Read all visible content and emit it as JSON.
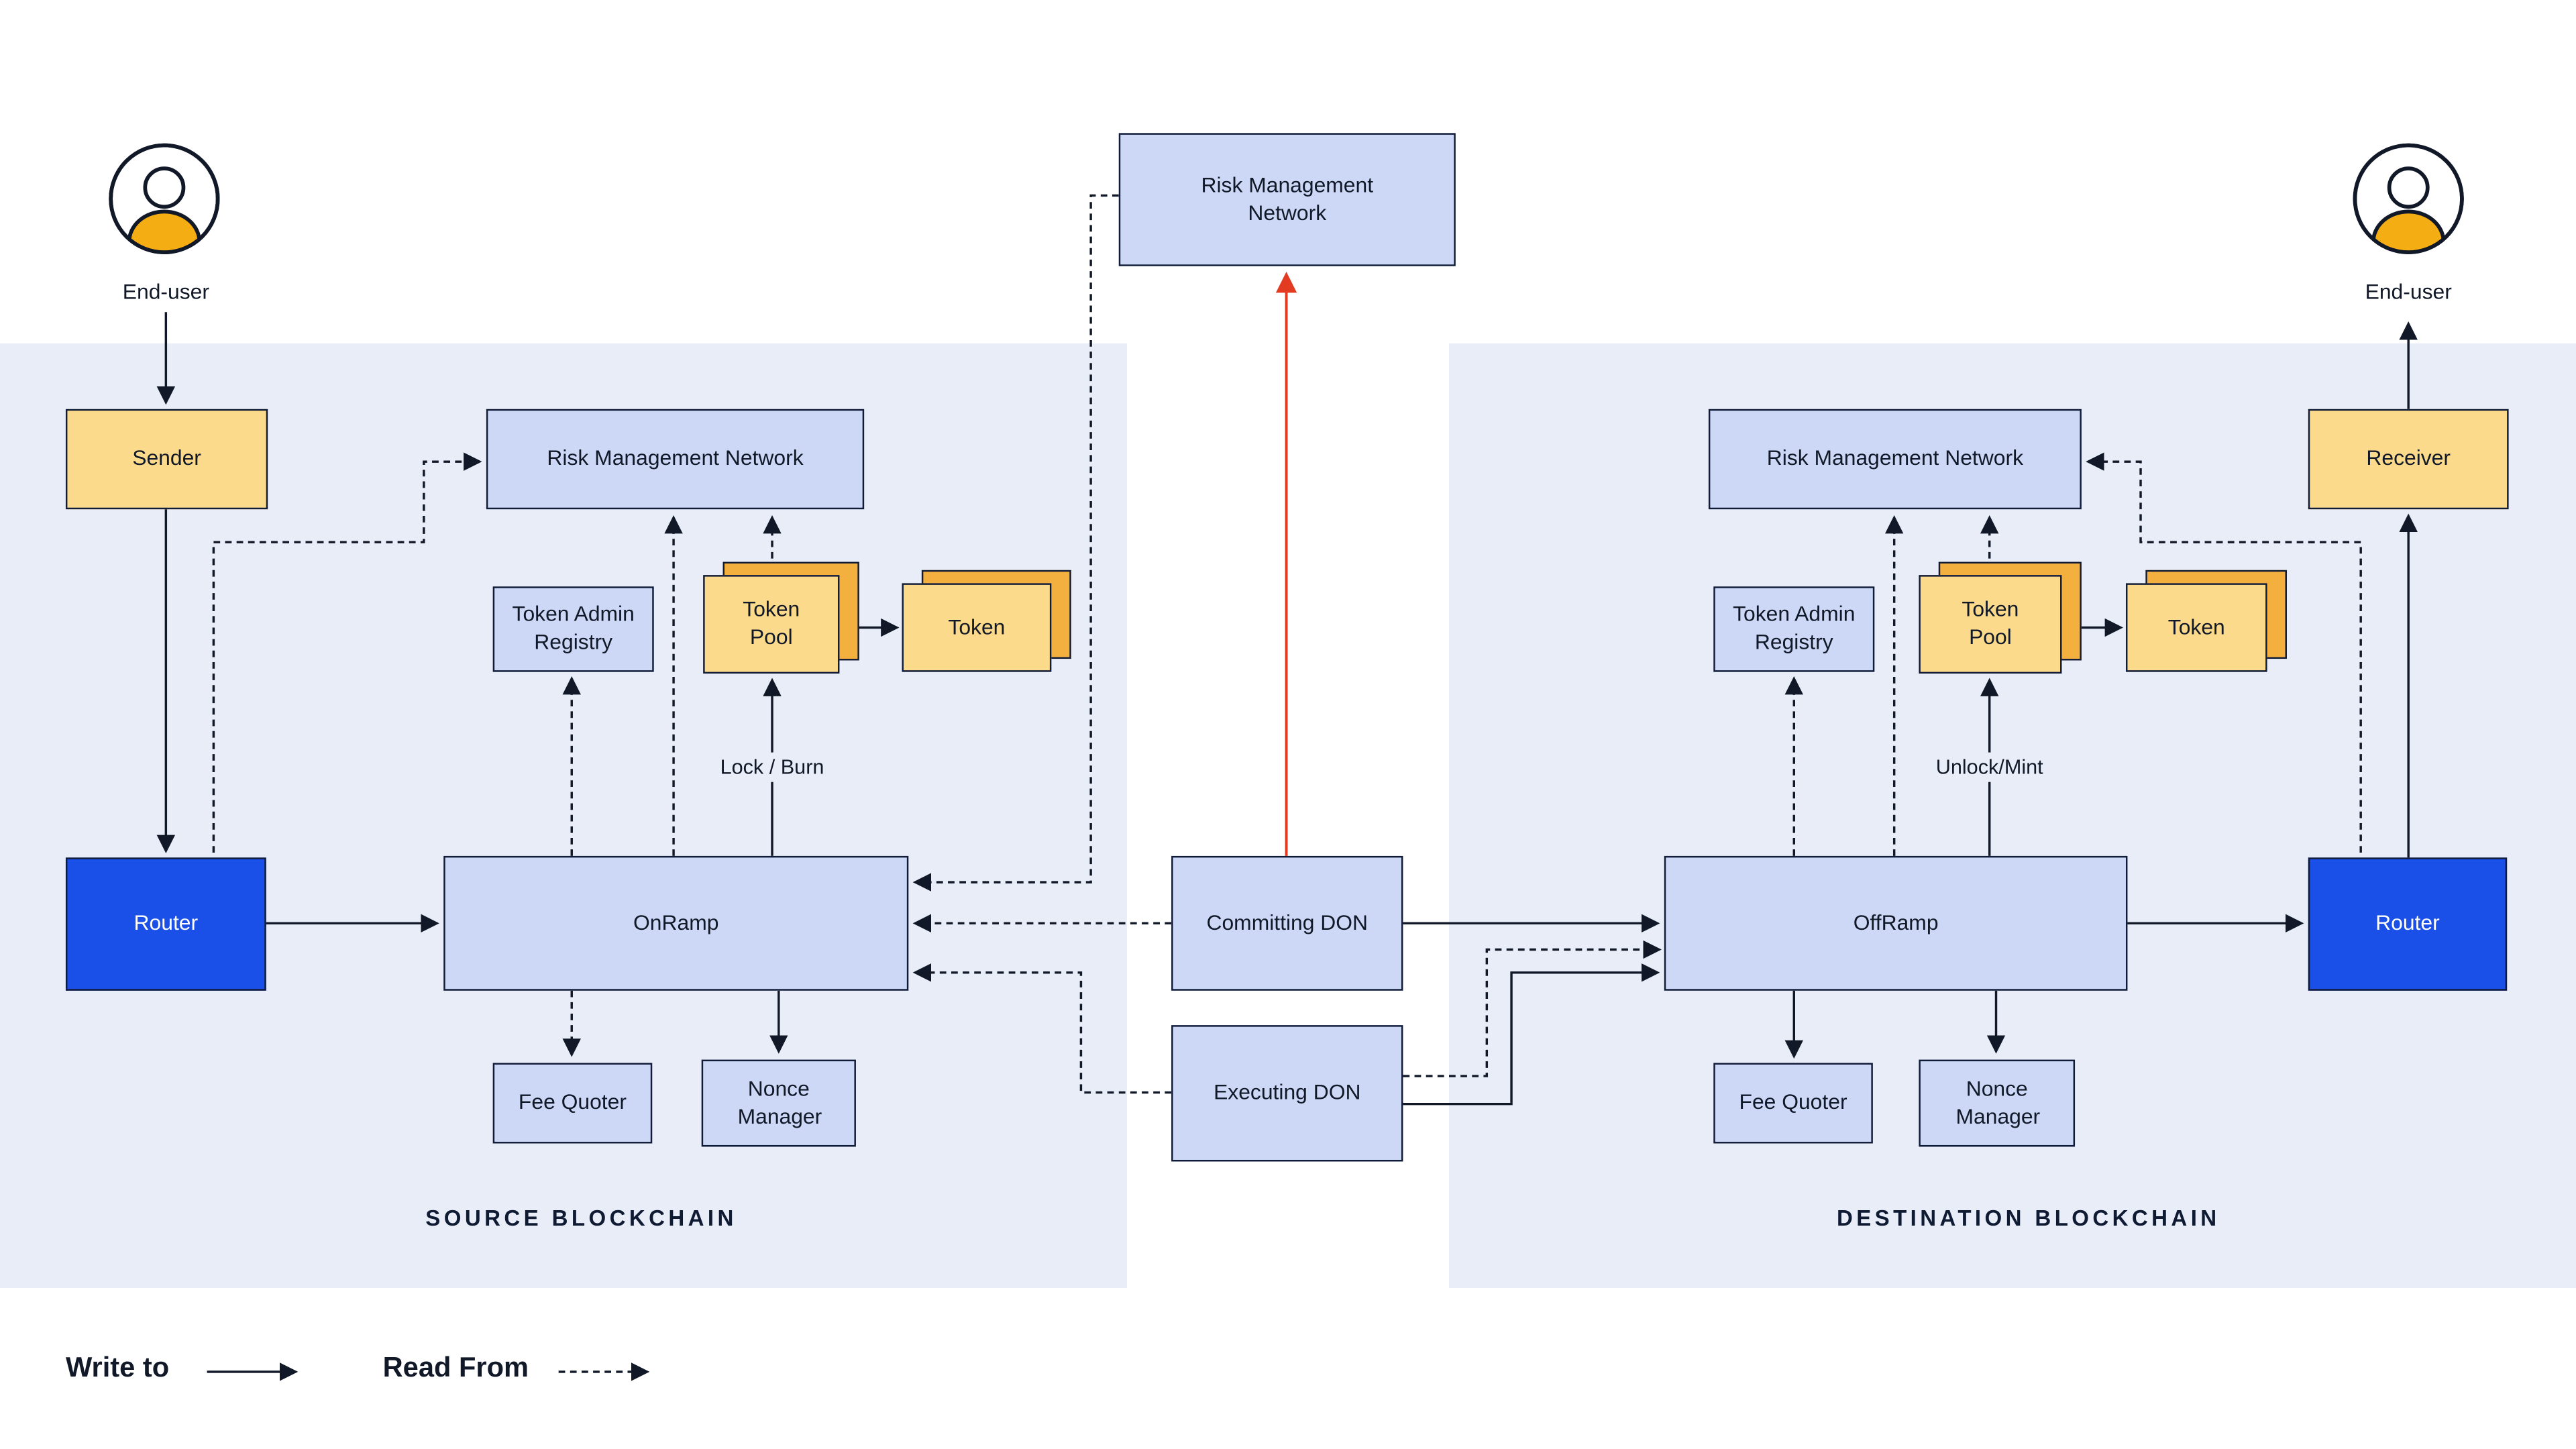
{
  "colors": {
    "panel_bg": "#e9edf8",
    "node_fill": "#ccd8f6",
    "node_border": "#101b38",
    "yellow_fill": "#fbda8b",
    "orange_stack_fill": "#f4b03e",
    "router_blue": "#1a4fe8",
    "red_arrow": "#e23b22",
    "avatar_orange": "#f5ad14"
  },
  "legend": {
    "write_to": "Write to",
    "read_from": "Read From"
  },
  "top": {
    "risk_management_network": "Risk Management Network"
  },
  "center": {
    "committing_don": "Committing DON",
    "executing_don": "Executing DON"
  },
  "source": {
    "section_label": "SOURCE BLOCKCHAIN",
    "end_user": "End-user",
    "sender": "Sender",
    "router": "Router",
    "onramp": "OnRamp",
    "risk_management_network": "Risk Management Network",
    "token_admin_registry": "Token Admin Registry",
    "token_pool": "Token Pool",
    "token": "Token",
    "fee_quoter": "Fee Quoter",
    "nonce_manager": "Nonce Manager",
    "lock_burn": "Lock / Burn"
  },
  "destination": {
    "section_label": "DESTINATION BLOCKCHAIN",
    "end_user": "End-user",
    "receiver": "Receiver",
    "router": "Router",
    "offramp": "OffRamp",
    "risk_management_network": "Risk Management Network",
    "token_admin_registry": "Token Admin Registry",
    "token_pool": "Token Pool",
    "token": "Token",
    "fee_quoter": "Fee Quoter",
    "nonce_manager": "Nonce Manager",
    "unlock_mint": "Unlock/Mint"
  }
}
